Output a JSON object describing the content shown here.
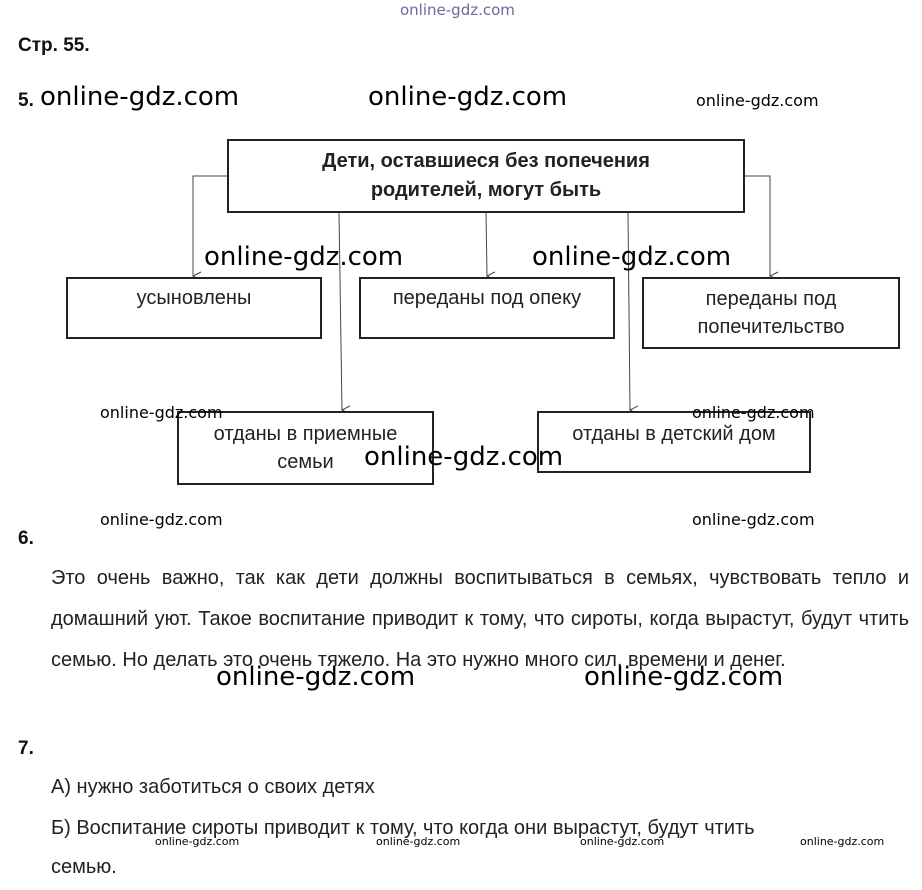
{
  "watermark": "online-gdz.com",
  "page_label": "Стр. 55.",
  "section5": {
    "number": "5.",
    "diagram": {
      "root": "Дети, оставшиеся без попечения родителей, могут быть",
      "root_lines": [
        "Дети, оставшиеся без попечения",
        "родителей, могут быть"
      ],
      "adopted": "усыновлены",
      "guardianship": "переданы под опеку",
      "trusteeship_lines": [
        "переданы под",
        "попечительство"
      ],
      "foster_lines": [
        "отданы в приемные",
        "семьи"
      ],
      "orphanage": "отданы в детский дом"
    }
  },
  "section6": {
    "number": "6.",
    "text": "Это очень важно, так как дети должны воспитываться в семьях, чувствовать тепло и домашний уют. Такое воспитание приводит к тому, что сироты, когда вырастут, будут чтить семью. Но делать это очень тяжело. На это нужно много сил, времени и денег."
  },
  "section7": {
    "number": "7.",
    "answer_a": "А) нужно заботиться о своих детях",
    "answer_b_line1": "Б) Воспитание сироты приводит к тому, что когда они вырастут, будут чтить",
    "answer_b_line2": "семью."
  }
}
